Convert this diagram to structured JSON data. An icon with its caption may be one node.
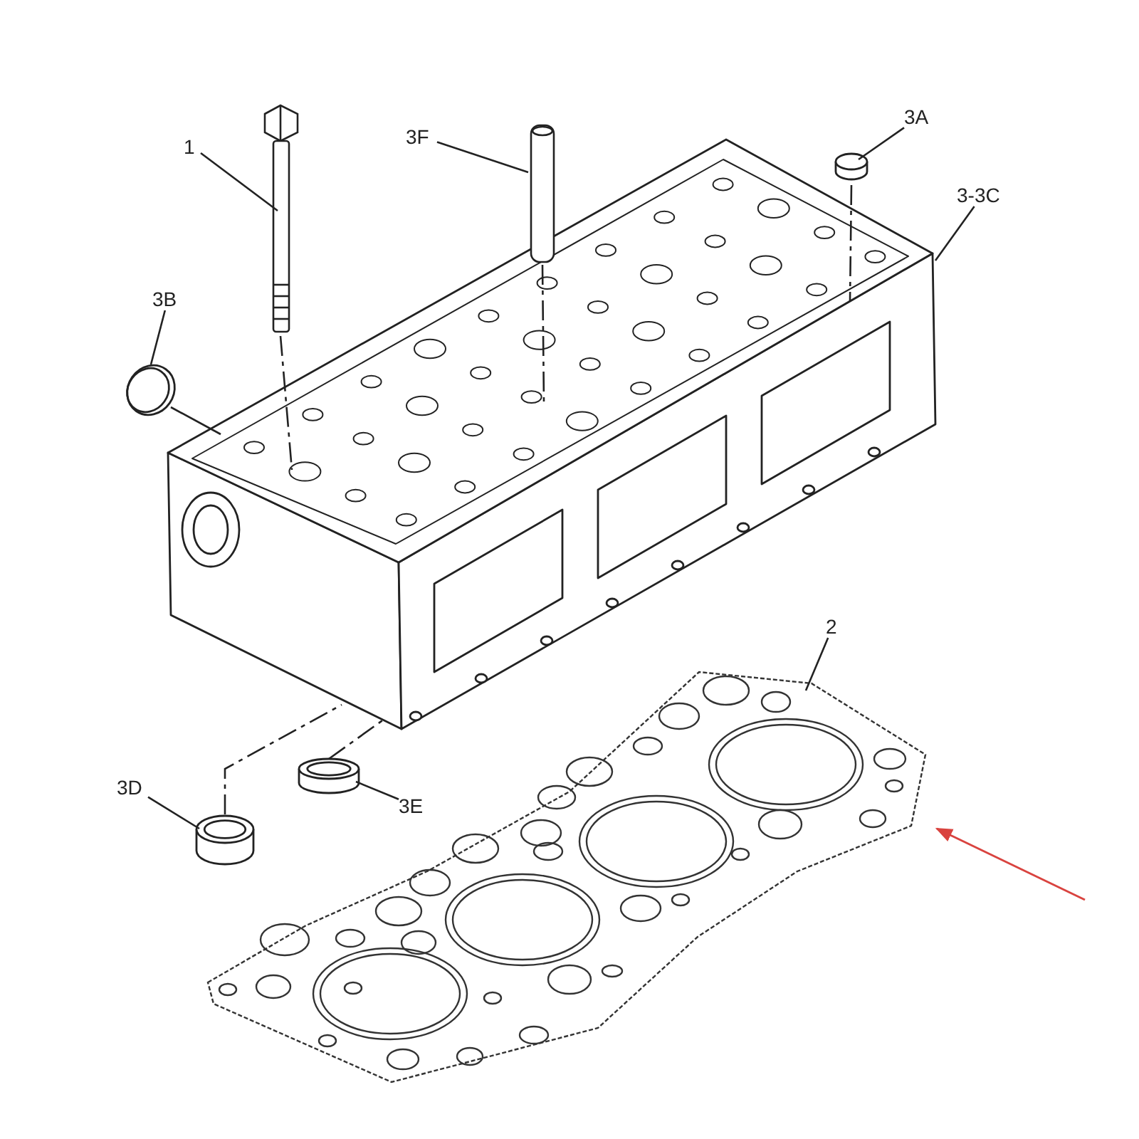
{
  "diagram": {
    "nodes": [
      {
        "text": [
          "1"
        ]
      },
      {
        "text": [],
        "shape": "picture"
      },
      {
        "text": [
          "3F"
        ]
      },
      {
        "text": [],
        "shape": "picture"
      },
      {
        "text": [
          "3A"
        ]
      },
      {
        "text": [],
        "shape": "cylinder"
      },
      {
        "text": [
          "3-3C"
        ]
      },
      {
        "text": [],
        "shape": "picture"
      },
      {
        "text": [
          "3B"
        ]
      },
      {
        "text": [],
        "shape": "picture"
      },
      {
        "text": [
          "2"
        ]
      },
      {
        "text": [],
        "shape": "picture"
      },
      {
        "text": [
          "3D"
        ]
      },
      {
        "text": [],
        "shape": "cylinder"
      },
      {
        "text": [
          "3E"
        ]
      },
      {
        "text": [],
        "shape": "cylinder"
      }
    ],
    "edges": [
      {
        "from": 0,
        "to": 1,
        "arrow": "none"
      },
      {
        "from": 2,
        "to": 3,
        "arrow": "none"
      },
      {
        "from": 4,
        "to": 5,
        "arrow": "none"
      },
      {
        "from": 6,
        "to": 7,
        "arrow": "none"
      },
      {
        "from": 8,
        "to": 9,
        "arrow": "none"
      },
      {
        "from": 9,
        "to": 7,
        "arrow": "none"
      },
      {
        "from": 10,
        "to": 11,
        "arrow": "none"
      },
      {
        "from": 12,
        "to": 13,
        "arrow": "none"
      },
      {
        "from": 14,
        "to": 15,
        "arrow": "none"
      },
      {
        "from": 1,
        "to": 7,
        "arrow": "none",
        "style": "dashed"
      },
      {
        "from": 3,
        "to": 7,
        "arrow": "none",
        "style": "dashed"
      },
      {
        "from": 5,
        "to": 7,
        "arrow": "none",
        "style": "dashed"
      },
      {
        "from": 13,
        "to": 7,
        "arrow": "none",
        "style": "dashed"
      },
      {
        "from": 15,
        "to": 7,
        "arrow": "none",
        "style": "dashed"
      },
      {
        "from": null,
        "to": 11,
        "arrow": "to",
        "color": "#d9433f"
      }
    ]
  }
}
